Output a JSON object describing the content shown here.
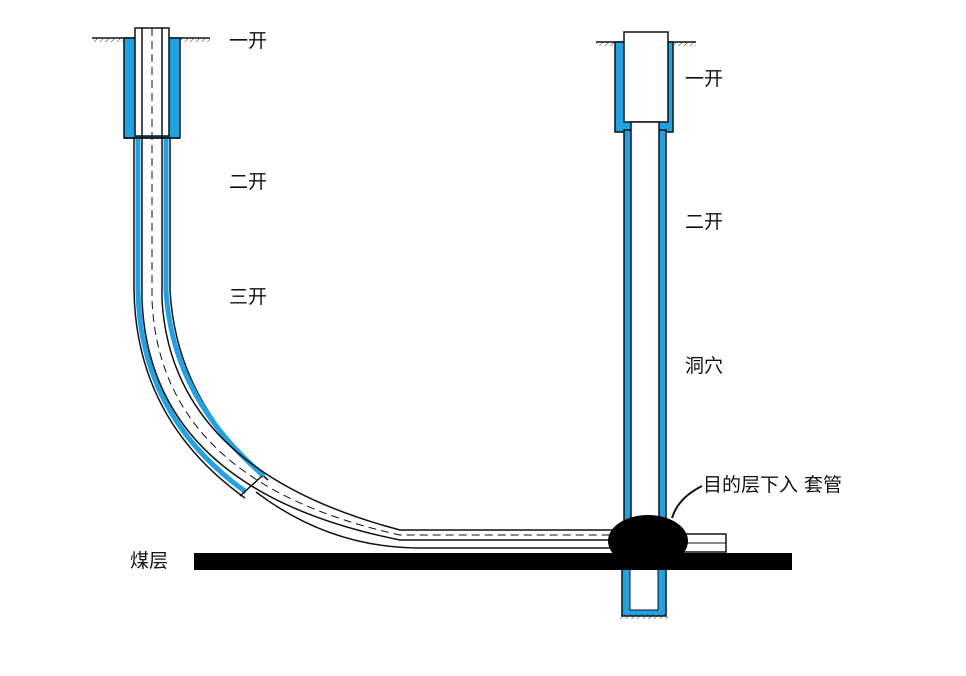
{
  "labels": {
    "left_stage_1": "一开",
    "left_stage_2": "二开",
    "left_stage_3": "三开",
    "right_stage_1": "一开",
    "right_stage_2": "二开",
    "cavity": "洞穴",
    "casing": "目的层下入 套管",
    "coal_seam": "煤层"
  },
  "colors": {
    "cement": "#1ea3e6",
    "line": "#111111",
    "coal": "#000000",
    "background": "#ffffff"
  }
}
